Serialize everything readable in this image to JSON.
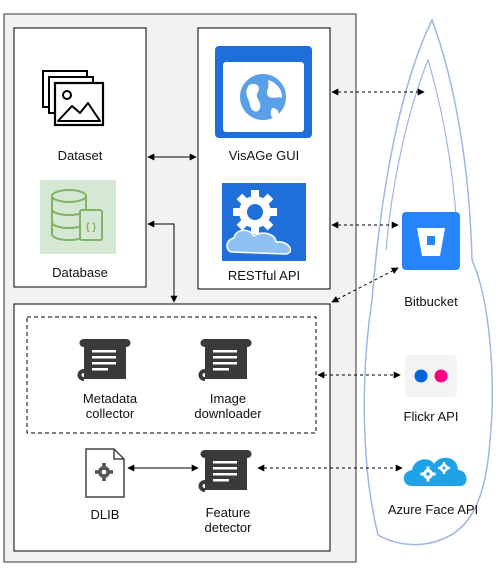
{
  "nodes": {
    "dataset": "Dataset",
    "database": "Database",
    "visage_gui": "VisAGe GUI",
    "restful_api": "RESTful API",
    "bitbucket": "Bitbucket",
    "metadata_collector": [
      "Metadata",
      "collector"
    ],
    "image_downloader": [
      "Image",
      "downloader"
    ],
    "flickr_api": "Flickr API",
    "dlib": "DLIB",
    "feature_detector": [
      "Feature",
      "detector"
    ],
    "azure_face_api": "Azure Face API"
  },
  "colors": {
    "panel_bg": "#f2f2f2",
    "gui_blue": "#1e6fd9",
    "globe_blue": "#5aa0e8",
    "database_green": "#d5e8d4",
    "database_stroke": "#82b366",
    "bitbucket_blue": "#2684ff",
    "flickr_blue": "#0063dc",
    "flickr_pink": "#ff0084",
    "azure_blue": "#1fa3e6",
    "script_gray": "#3a3a3a"
  }
}
